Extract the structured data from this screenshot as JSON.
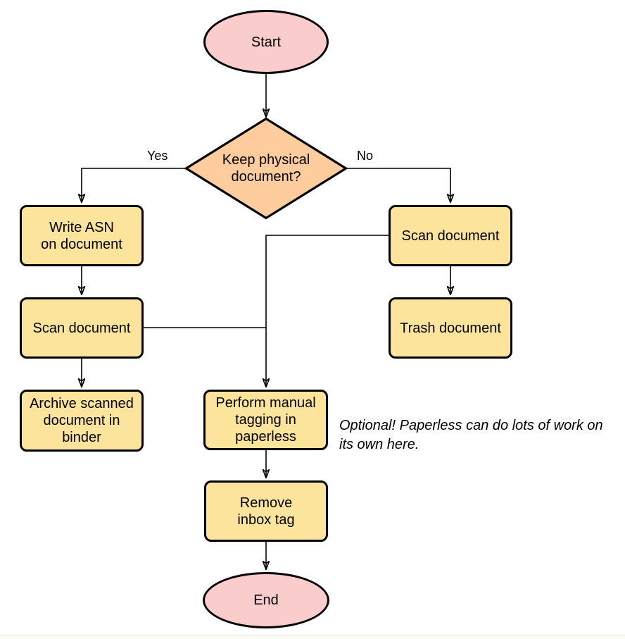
{
  "diagram": {
    "background": "#ffffff",
    "colors": {
      "terminal_fill": "#facccc",
      "decision_fill": "#ffcc9e",
      "process_fill": "#fce49c",
      "shape_stroke": "#000000",
      "connector": "#000000",
      "text": "#000000"
    },
    "nodes": {
      "start": {
        "type": "terminal",
        "label": "Start"
      },
      "decision": {
        "type": "decision",
        "label": "Keep physical\ndocument?"
      },
      "write_asn": {
        "type": "process",
        "label": "Write ASN\non document"
      },
      "scan_left": {
        "type": "process",
        "label": "Scan document"
      },
      "archive": {
        "type": "process",
        "label": "Archive scanned\ndocument in\nbinder"
      },
      "scan_right": {
        "type": "process",
        "label": "Scan document"
      },
      "trash": {
        "type": "process",
        "label": "Trash document"
      },
      "tagging": {
        "type": "process",
        "label": "Perform manual\ntagging in\npaperless"
      },
      "remove_inbox": {
        "type": "process",
        "label": "Remove\ninbox tag"
      },
      "end": {
        "type": "terminal",
        "label": "End"
      }
    },
    "edge_labels": {
      "yes": "Yes",
      "no": "No"
    },
    "note": "Optional! Paperless can do lots of work on\nits own here."
  }
}
